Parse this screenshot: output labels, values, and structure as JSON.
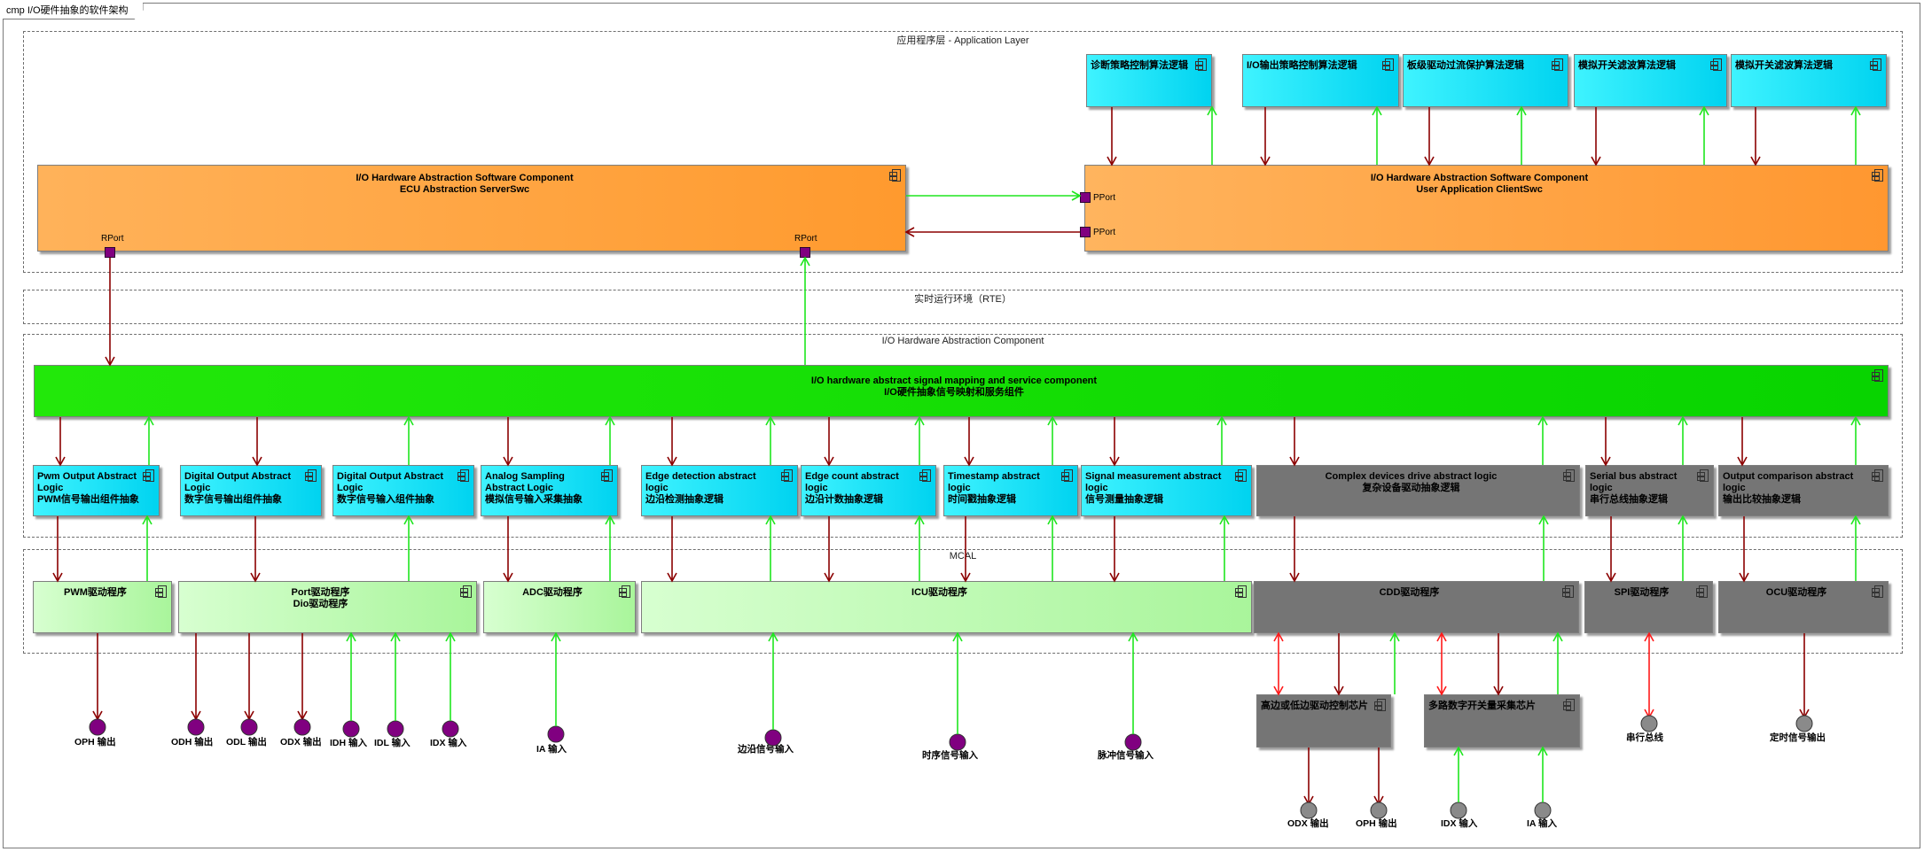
{
  "diagram": {
    "title_tab": "cmp I/O硬件抽象的软件架构",
    "packages": {
      "application": "应用程序层 - Application Layer",
      "rte": "实时运行环境（RTE）",
      "ioha": "I/O Hardware Abstraction Component",
      "mcal": "MCAL"
    },
    "app_components": [
      "诊断策略控制算法逻辑",
      "I/O输出策略控制算法逻辑",
      "板级驱动过流保护算法逻辑",
      "模拟开关滤波算法逻辑",
      "模拟开关滤波算法逻辑"
    ],
    "ecu_swc": {
      "line1": "I/O Hardware Abstraction Software Component",
      "line2": "ECU Abstraction ServerSwc"
    },
    "client_swc": {
      "line1": "I/O Hardware Abstraction Software Component",
      "line2": "User Application ClientSwc"
    },
    "port_labels": {
      "rport": "RPort",
      "pport": "PPort"
    },
    "mapping": {
      "line1": "I/O hardware abstract signal mapping and service component",
      "line2": "I/O硬件抽象信号映射和服务组件"
    },
    "logic_components": [
      {
        "en": "Pwm Output Abstract Logic",
        "cn": "PWM信号输出组件抽象"
      },
      {
        "en": "Digital Output Abstract Logic",
        "cn": "数字信号输出组件抽象"
      },
      {
        "en": "Digital Output Abstract Logic",
        "cn": "数字信号输入组件抽象"
      },
      {
        "en": "Analog Sampling Abstract Logic",
        "cn": "模拟信号输入采集抽象"
      },
      {
        "en": "Edge detection abstract logic",
        "cn": "边沿检测抽象逻辑"
      },
      {
        "en": "Edge count abstract logic",
        "cn": "边沿计数抽象逻辑"
      },
      {
        "en": "Timestamp abstract logic",
        "cn": "时间戳抽象逻辑"
      },
      {
        "en": "Signal measurement abstract logic",
        "cn": "信号测量抽象逻辑"
      },
      {
        "en": "Complex devices drive abstract logic",
        "cn": "复杂设备驱动抽象逻辑"
      },
      {
        "en": "Serial bus abstract logic",
        "cn": "串行总线抽象逻辑"
      },
      {
        "en": "Output comparison abstract logic",
        "cn": "输出比较抽象逻辑"
      }
    ],
    "drivers": {
      "pwm": "PWM驱动程序",
      "port_line1": "Port驱动程序",
      "port_line2": "Dio驱动程序",
      "adc": "ADC驱动程序",
      "icu": "ICU驱动程序",
      "cdd": "CDD驱动程序",
      "spi": "SPI驱动程序",
      "ocu": "OCU驱动程序"
    },
    "chips": [
      "高边或低边驱动控制芯片",
      "多路数字开关量采集芯片"
    ],
    "endpoints": [
      "OPH 输出",
      "ODH 输出",
      "ODL 输出",
      "ODX 输出",
      "IDH 输入",
      "IDL 输入",
      "IDX 输入",
      "IA 输入",
      "边沿信号输入",
      "时序信号输入",
      "脉冲信号输入",
      "串行总线",
      "定时信号输出",
      "ODX 输出",
      "OPH 输出",
      "IDX 输入",
      "IA 输入"
    ],
    "colors": {
      "down_arrow": "#8b0000",
      "up_arrow": "#1ee61e",
      "bidir_arrow": "#ff1a1a",
      "port": "#800080",
      "endpoint_purple": "#800080",
      "endpoint_grey": "#8a8a8a"
    }
  }
}
